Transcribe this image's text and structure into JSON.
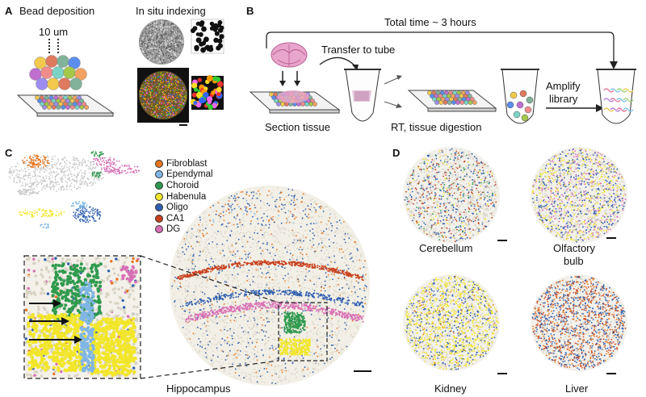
{
  "panels": {
    "a": {
      "label": "A",
      "bead_title": "Bead deposition",
      "bead_size": "10 um",
      "indexing_title": "In situ indexing"
    },
    "b": {
      "label": "B",
      "total_time": "Total time ~ 3 hours",
      "transfer": "Transfer to tube",
      "section": "Section tissue",
      "rt": "RT, tissue digestion",
      "amplify_1": "Amplify",
      "amplify_2": "library"
    },
    "c": {
      "label": "C",
      "hippocampus": "Hippocampus",
      "legend": [
        {
          "name": "Fibroblast",
          "color": "#e8761f"
        },
        {
          "name": "Ependymal",
          "color": "#7fb6e6"
        },
        {
          "name": "Choroid",
          "color": "#2f9a4e"
        },
        {
          "name": "Habenula",
          "color": "#f2e62a"
        },
        {
          "name": "Oligo",
          "color": "#2f5fb0"
        },
        {
          "name": "CA1",
          "color": "#c8401e"
        },
        {
          "name": "DG",
          "color": "#d86fb5"
        }
      ]
    },
    "d": {
      "label": "D",
      "tissues": [
        "Cerebellum",
        "Olfactory",
        "bulb",
        "Kidney",
        "Liver"
      ]
    }
  },
  "colors": {
    "bead_palette": [
      "#f2c94c",
      "#e07a5f",
      "#81b29a",
      "#5b8def",
      "#c06fd0",
      "#f28c8c",
      "#7ad3c4",
      "#a3c84a",
      "#f4a261",
      "#9d8df1"
    ],
    "tube_liquid": [
      "#e86e9a",
      "#7ac1e6",
      "#9bd36b",
      "#f2c94c",
      "#b07ad6"
    ]
  }
}
